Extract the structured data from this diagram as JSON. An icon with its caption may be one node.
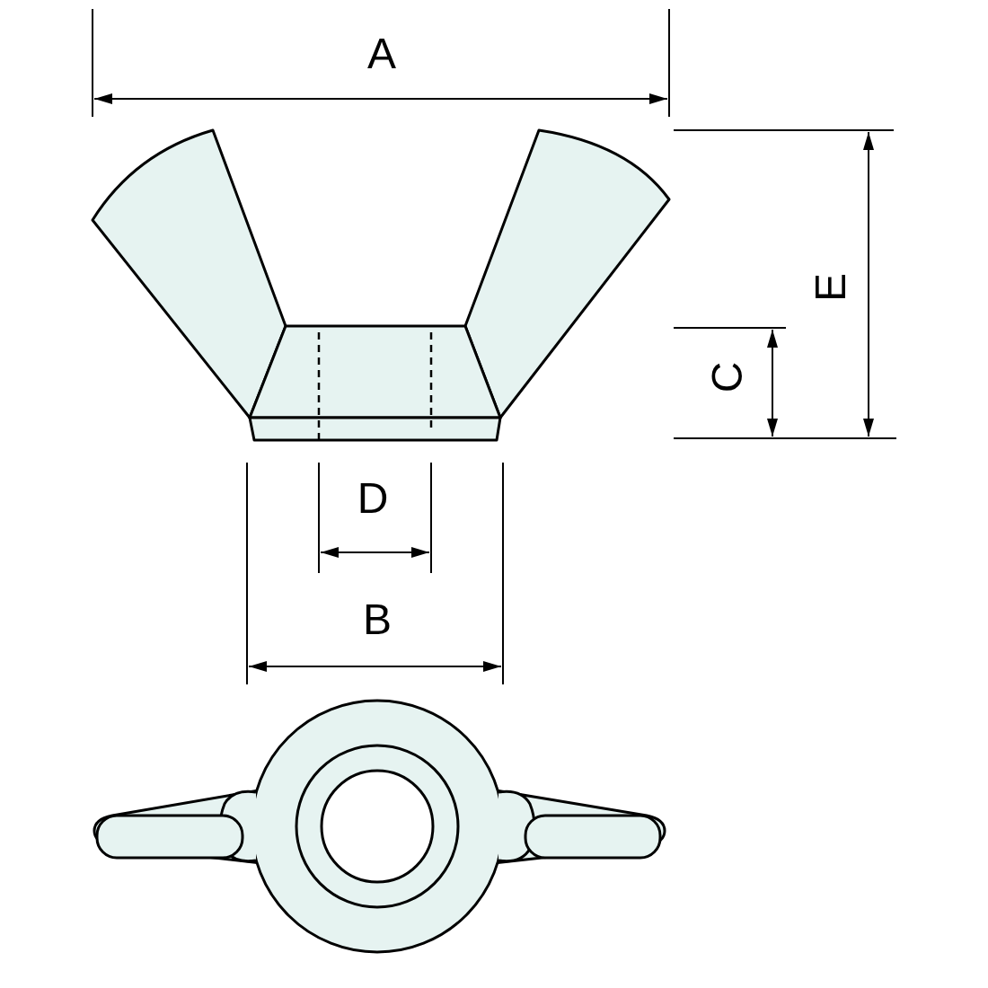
{
  "diagram": {
    "labels": [
      "A",
      "E",
      "C",
      "D",
      "B"
    ]
  }
}
